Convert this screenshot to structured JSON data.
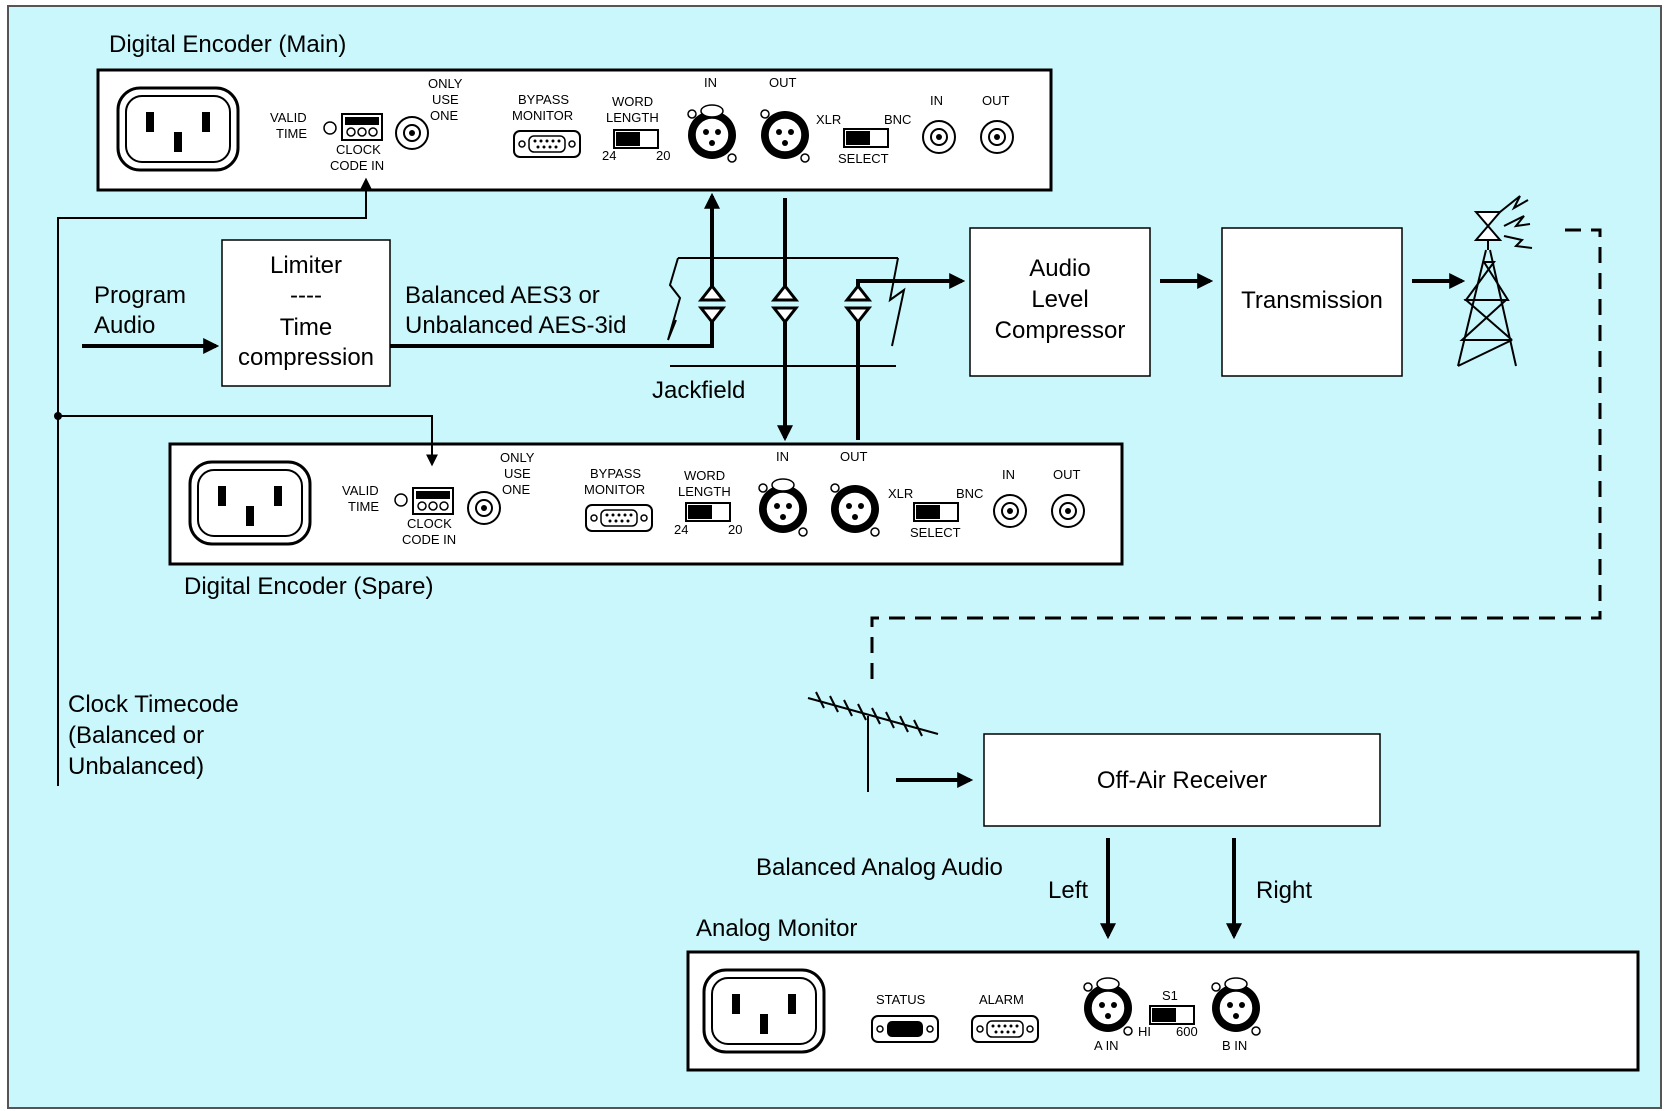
{
  "colors": {
    "background": "#c9f7fb",
    "line": "#000000",
    "box": "#ffffff"
  },
  "encoder_main": {
    "title": "Digital Encoder (Main)",
    "valid": "VALID",
    "time": "TIME",
    "clock": "CLOCK",
    "code_in": "CODE IN",
    "only": "ONLY",
    "use": "USE",
    "one": "ONE",
    "bypass": "BYPASS",
    "monitor": "MONITOR",
    "word": "WORD",
    "length": "LENGTH",
    "v24": "24",
    "v20": "20",
    "in": "IN",
    "out": "OUT",
    "xlr": "XLR",
    "bnc": "BNC",
    "select": "SELECT",
    "bnc_in": "IN",
    "bnc_out": "OUT"
  },
  "encoder_spare": {
    "title": "Digital Encoder (Spare)",
    "valid": "VALID",
    "time": "TIME",
    "clock": "CLOCK",
    "code_in": "CODE IN",
    "only": "ONLY",
    "use": "USE",
    "one": "ONE",
    "bypass": "BYPASS",
    "monitor": "MONITOR",
    "word": "WORD",
    "length": "LENGTH",
    "v24": "24",
    "v20": "20",
    "in": "IN",
    "out": "OUT",
    "xlr": "XLR",
    "bnc": "BNC",
    "select": "SELECT",
    "bnc_in": "IN",
    "bnc_out": "OUT"
  },
  "limiter": {
    "line1": "Limiter",
    "line2": "----",
    "line3": "Time",
    "line4": "compression"
  },
  "program_audio": {
    "line1": "Program",
    "line2": "Audio"
  },
  "aes": {
    "line1": "Balanced AES3  or",
    "line2": "Unbalanced AES-3id"
  },
  "jackfield": "Jackfield",
  "compressor": {
    "line1": "Audio",
    "line2": "Level",
    "line3": "Compressor"
  },
  "transmission": "Transmission",
  "receiver": "Off-Air Receiver",
  "clock_timecode": {
    "line1": "Clock Timecode",
    "line2": "(Balanced or",
    "line3": "Unbalanced)"
  },
  "balanced_analog": "Balanced Analog Audio",
  "left": "Left",
  "right": "Right",
  "monitor": {
    "title": "Analog Monitor",
    "status": "STATUS",
    "alarm": "ALARM",
    "s1": "S1",
    "hi": "HI",
    "v600": "600",
    "a_in": "A IN",
    "b_in": "B IN"
  },
  "icons": [
    "power-inlet-icon",
    "bnc-connector-icon",
    "xlr-connector-icon",
    "db9-port-icon",
    "slide-switch-icon",
    "transmitter-tower-icon",
    "yagi-antenna-icon"
  ]
}
